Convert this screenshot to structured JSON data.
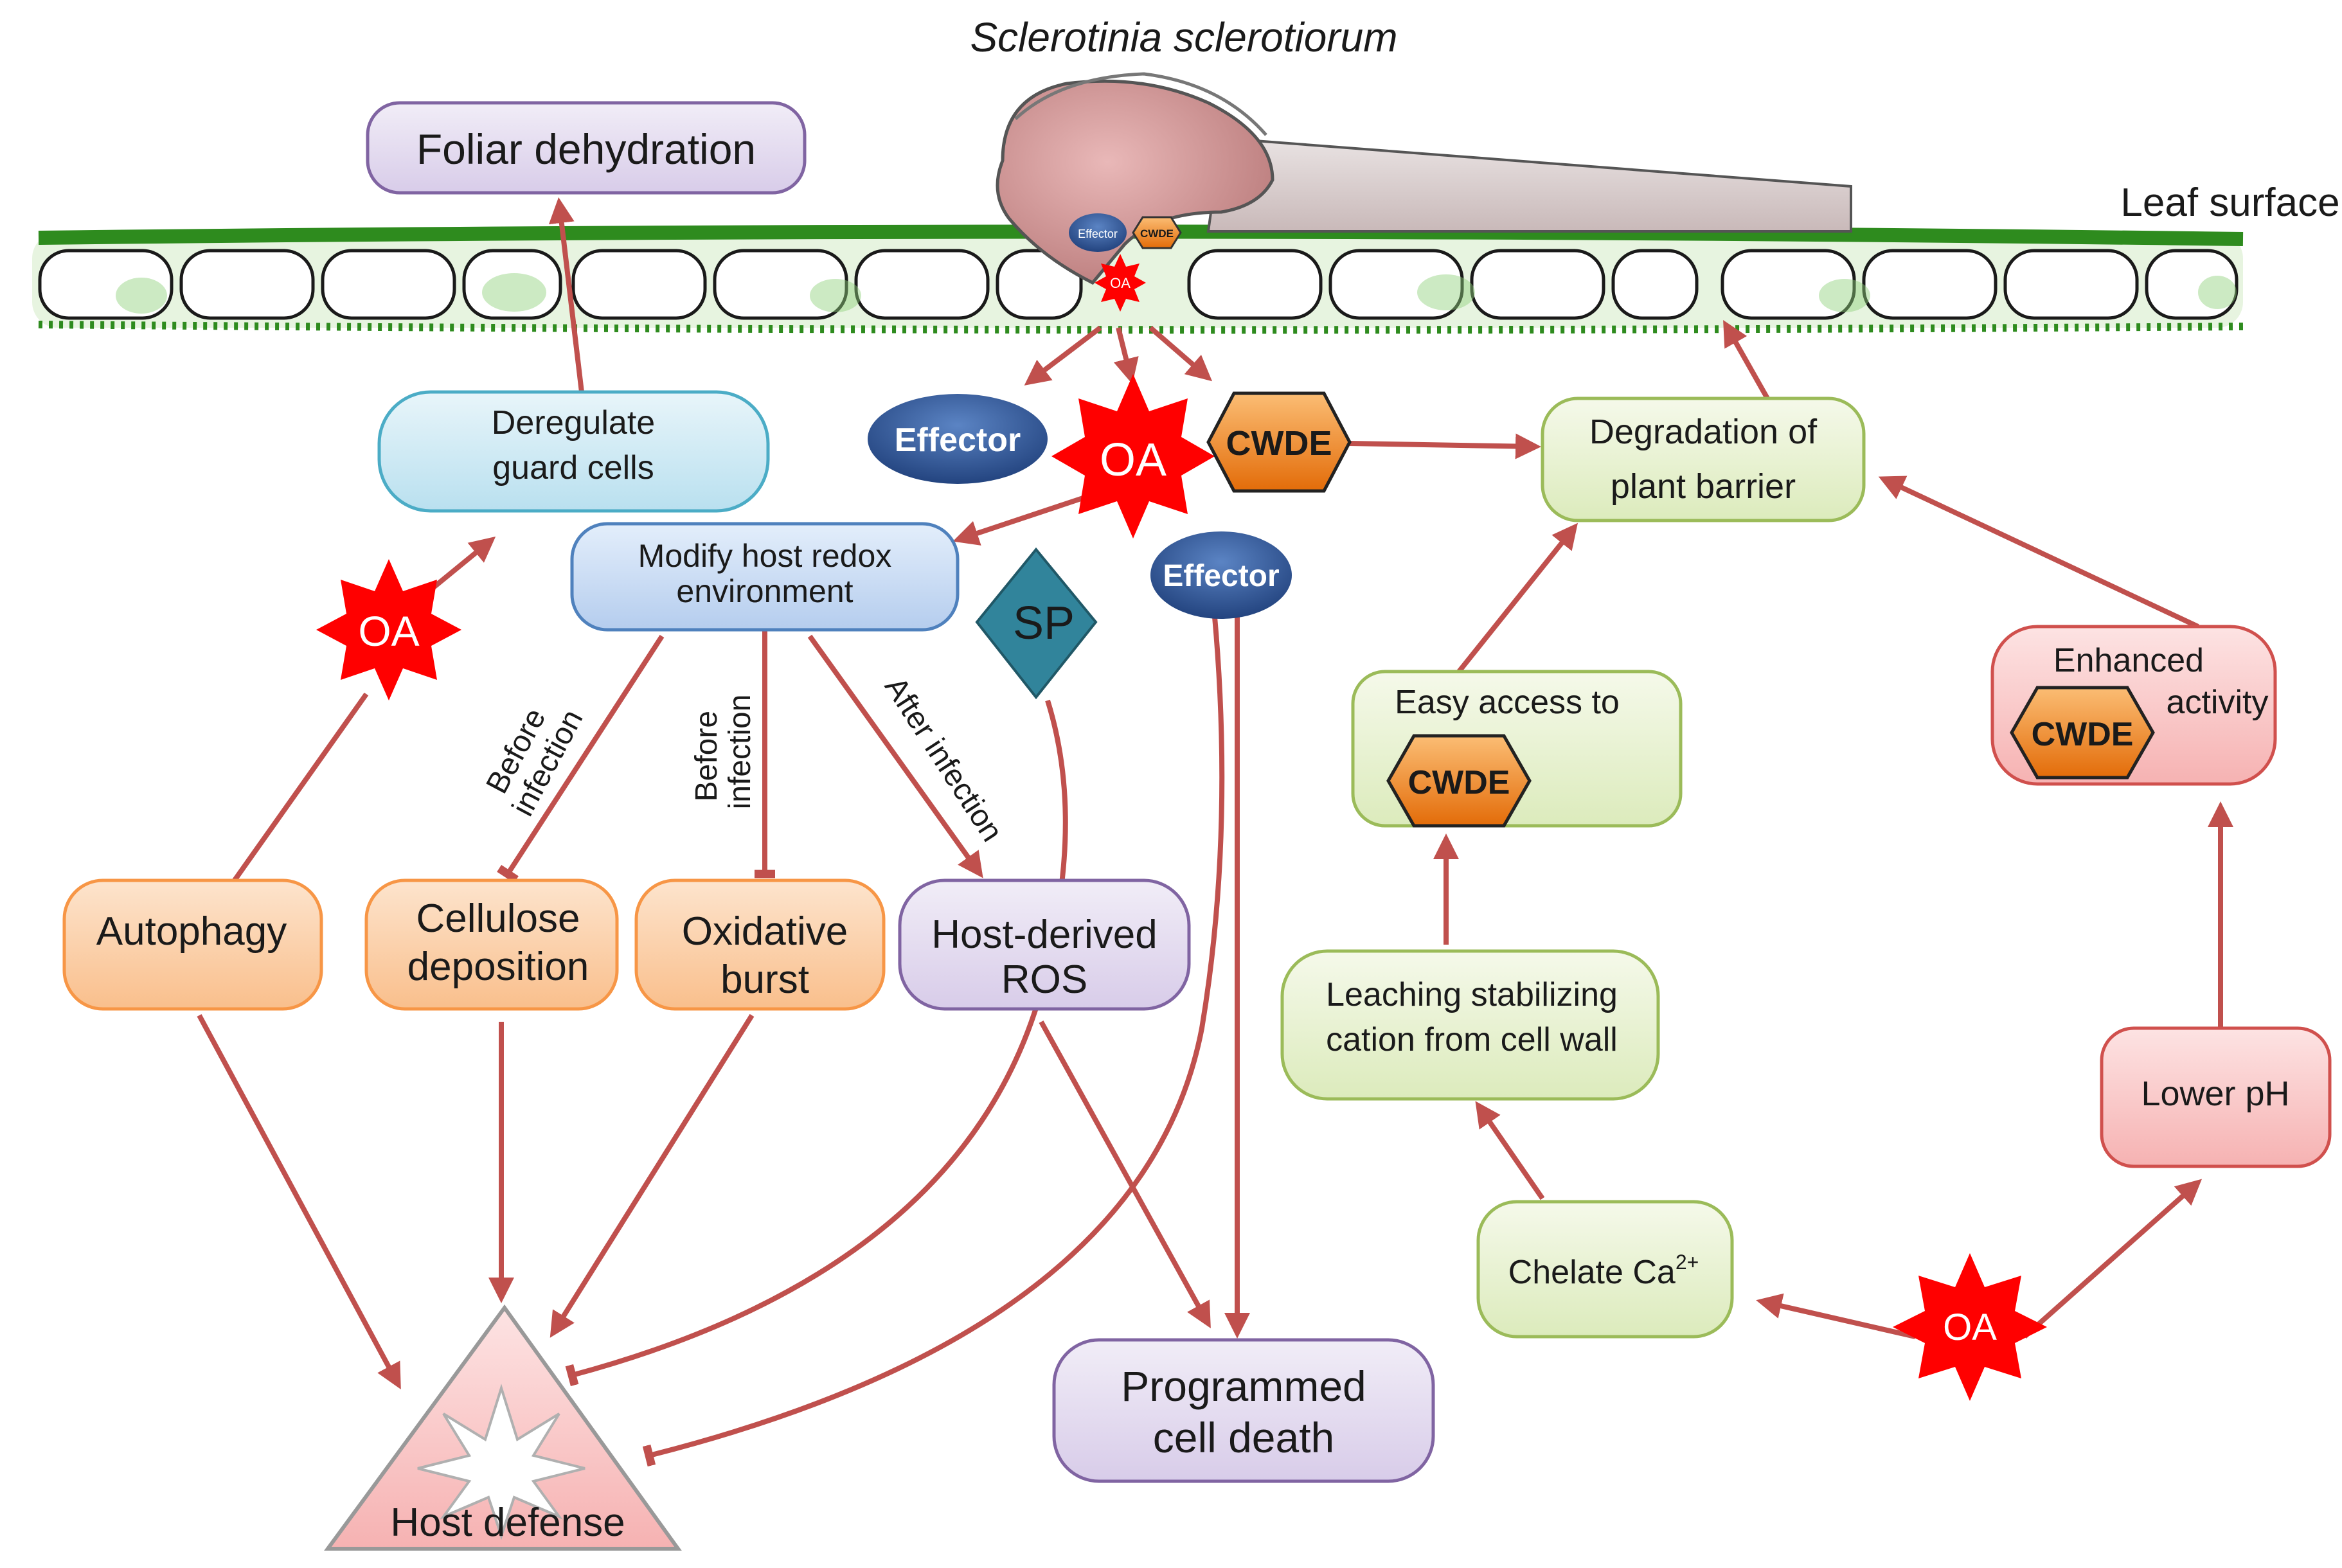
{
  "title": "Sclerotinia sclerotiorum",
  "leaf_surface_label": "Leaf surface",
  "nodes": {
    "foliar_dehydration": "Foliar dehydration",
    "deregulate_guard_cells_1": "Deregulate",
    "deregulate_guard_cells_2": "guard cells",
    "effector_main": "Effector",
    "oa_main": "OA",
    "cwde_main": "CWDE",
    "degradation_1": "Degradation  of",
    "degradation_2": "plant barrier",
    "modify_redox_1": "Modify host redox",
    "modify_redox_2": "environment",
    "oa_left": "OA",
    "sp": "SP",
    "effector_secondary": "Effector",
    "easy_access": "Easy access to",
    "cwde_easy": "CWDE",
    "enhanced": "Enhanced",
    "activity": "activity",
    "cwde_enhanced": "CWDE",
    "autophagy": "Autophagy",
    "cellulose_1": "Cellulose",
    "cellulose_2": "deposition",
    "oxidative_1": "Oxidative",
    "oxidative_2": "burst",
    "host_ros_1": "Host-derived",
    "host_ros_2": "ROS",
    "leaching_1": "Leaching stabilizing",
    "leaching_2": "cation from cell wall",
    "lower_ph": "Lower pH",
    "chelate": "Chelate  Ca",
    "chelate_sup": "2+",
    "oa_bottom": "OA",
    "programmed_1": "Programmed",
    "programmed_2": "cell death",
    "host_defense": "Host defense",
    "fungus_effector_small": "Effector",
    "fungus_cwde_small": "CWDE",
    "fungus_oa_small": "OA"
  },
  "edge_labels": {
    "before_infection_a_1": "Before",
    "before_infection_a_2": "infection",
    "before_infection_b_1": "Before",
    "before_infection_b_2": "infection",
    "after_infection": "After infection"
  },
  "colors": {
    "arrow": "#c0504d",
    "leaf_green": "#2e8b1e",
    "purple_fill": "#e5dff0",
    "purple_stroke": "#8064a2",
    "blue_fill": "#cfe8f3",
    "blue_stroke": "#4bacc6",
    "redox_fill": "#c9dcf4",
    "redox_stroke": "#4f81bd",
    "orange_fill": "#fbd3b0",
    "orange_stroke": "#f79646",
    "green_fill": "#ebf3d6",
    "green_stroke": "#9bbb59",
    "pink_fill": "#fbd0d0",
    "pink_stroke": "#d0504d",
    "oa_red": "#ff0000",
    "effector_blue": "#2f5597",
    "cwde_orange": "#e36c09",
    "sp_teal": "#31849b"
  }
}
